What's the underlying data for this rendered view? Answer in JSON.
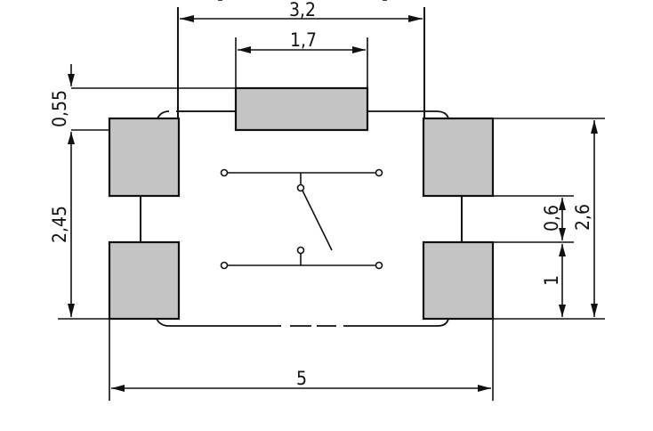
{
  "dimensions": {
    "top_width": "3,2",
    "center_pad_width": "1,7",
    "center_pad_height": "0,55",
    "left_height": "2,45",
    "gap": "0,6",
    "right_height": "2,6",
    "pad_height": "1",
    "overall_width": "5"
  },
  "colors": {
    "pad_fill": "#c4c4c4",
    "line": "#111111",
    "background": "#ffffff"
  }
}
